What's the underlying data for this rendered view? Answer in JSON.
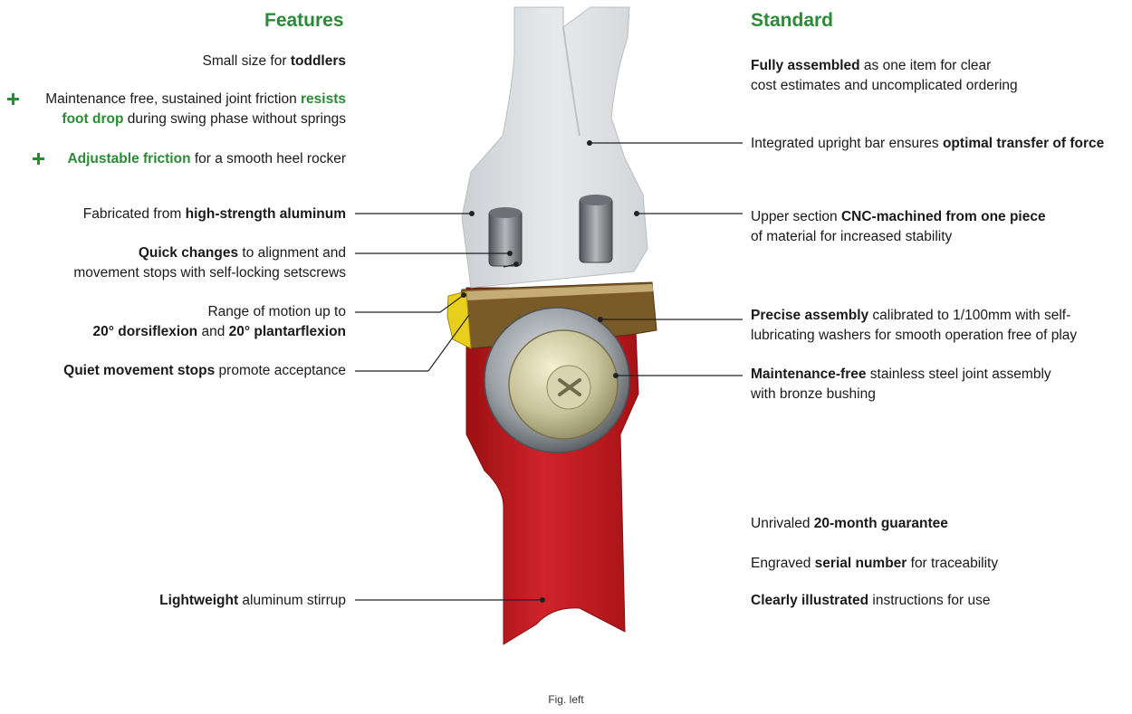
{
  "features": {
    "heading": "Features",
    "items": [
      {
        "parts": [
          {
            "t": "Small size for "
          },
          {
            "t": "toddlers",
            "b": true
          }
        ]
      },
      {
        "plus": true,
        "lines": [
          [
            {
              "t": "Maintenance free, sustained joint friction "
            },
            {
              "t": "resists",
              "g": true
            }
          ],
          [
            {
              "t": "foot drop",
              "g": true
            },
            {
              "t": " during swing phase without springs"
            }
          ]
        ]
      },
      {
        "plus": true,
        "parts": [
          {
            "t": "Adjustable friction",
            "g": true
          },
          {
            "t": " for a smooth heel rocker"
          }
        ]
      },
      {
        "parts": [
          {
            "t": "Fabricated from "
          },
          {
            "t": "high-strength aluminum",
            "b": true
          }
        ]
      },
      {
        "lines": [
          [
            {
              "t": "Quick changes",
              "b": true
            },
            {
              "t": " to alignment and"
            }
          ],
          [
            {
              "t": "movement stops with self-locking setscrews"
            }
          ]
        ]
      },
      {
        "lines": [
          [
            {
              "t": "Range of motion up to"
            }
          ],
          [
            {
              "t": "20° dorsiflexion",
              "b": true
            },
            {
              "t": " and "
            },
            {
              "t": "20° plantarflexion",
              "b": true
            }
          ]
        ]
      },
      {
        "parts": [
          {
            "t": "Quiet movement stops",
            "b": true
          },
          {
            "t": " promote acceptance"
          }
        ]
      },
      {
        "parts": [
          {
            "t": "Lightweight",
            "b": true
          },
          {
            "t": " aluminum stirrup"
          }
        ]
      }
    ]
  },
  "standard": {
    "heading": "Standard",
    "items": [
      {
        "lines": [
          [
            {
              "t": "Fully assembled",
              "b": true
            },
            {
              "t": " as one item for clear"
            }
          ],
          [
            {
              "t": "cost estimates and uncomplicated ordering"
            }
          ]
        ]
      },
      {
        "parts": [
          {
            "t": "Integrated upright bar ensures "
          },
          {
            "t": "optimal transfer of force",
            "b": true
          }
        ]
      },
      {
        "lines": [
          [
            {
              "t": "Upper section "
            },
            {
              "t": "CNC-machined from one piece",
              "b": true
            }
          ],
          [
            {
              "t": "of material for increased stability"
            }
          ]
        ]
      },
      {
        "lines": [
          [
            {
              "t": "Precise assembly",
              "b": true
            },
            {
              "t": " calibrated to 1/100mm with self-"
            }
          ],
          [
            {
              "t": "lubricating washers for smooth operation free of play"
            }
          ]
        ]
      },
      {
        "lines": [
          [
            {
              "t": "Maintenance-free",
              "b": true
            },
            {
              "t": " stainless steel joint assembly"
            }
          ],
          [
            {
              "t": "with bronze bushing"
            }
          ]
        ]
      },
      {
        "parts": [
          {
            "t": "Unrivaled "
          },
          {
            "t": "20-month guarantee",
            "b": true
          }
        ]
      },
      {
        "parts": [
          {
            "t": "Engraved "
          },
          {
            "t": "serial number",
            "b": true
          },
          {
            "t": " for traceability"
          }
        ]
      },
      {
        "parts": [
          {
            "t": "Clearly illustrated",
            "b": true
          },
          {
            "t": " instructions for use"
          }
        ]
      }
    ]
  },
  "caption": "Fig. left",
  "colors": {
    "accent_green": "#2a8a35",
    "stirrup_red": "#c0191d",
    "upright_gray": "#d8dadc",
    "bronze_washer": "#7a5a26",
    "stop_yellow": "#e8cf1e",
    "steel": "#9aa0a4"
  }
}
